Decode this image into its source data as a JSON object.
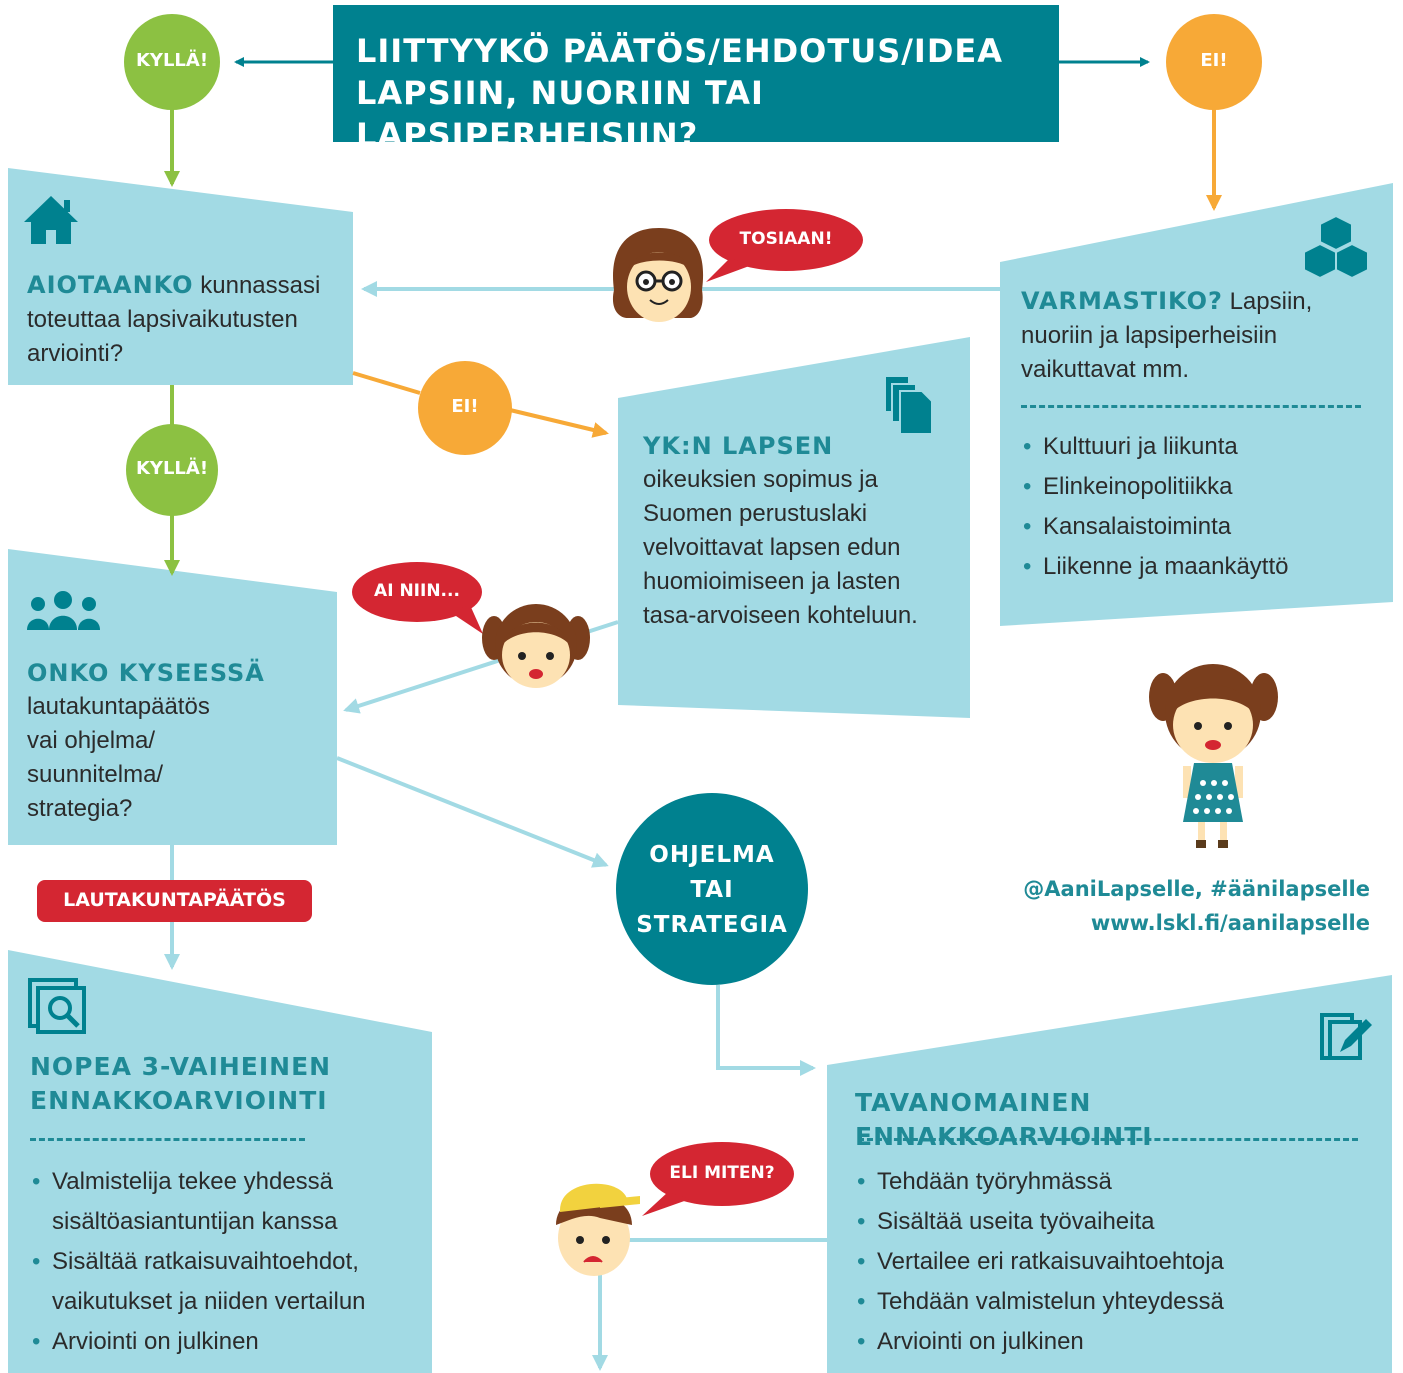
{
  "title": {
    "line1": "LIITTYYKÖ PÄÄTÖS/EHDOTUS/IDEA",
    "line2": "LAPSIIN, NUORIIN TAI LAPSIPERHEISIIN?"
  },
  "decisions": {
    "yes_top": "KYLLÄ!",
    "yes_middle": "KYLLÄ!",
    "no_right": "EI!",
    "no_middle": "EI!"
  },
  "aiotaanko": {
    "head": "AIOTAANKO",
    "text_1": "kunnassasi",
    "text_2": "toteuttaa lapsivaikutusten",
    "text_3": "arviointi?"
  },
  "varmastiko": {
    "head": "VARMASTIKO?",
    "text_1": "Lapsiin,",
    "text_2": "nuoriin ja lapsiperheisiin",
    "text_3": "vaikuttavat mm.",
    "items": [
      "Kulttuuri ja liikunta",
      "Elinkeinopolitiikka",
      "Kansalaistoiminta",
      "Liikenne ja maankäyttö"
    ]
  },
  "yk": {
    "head": "YK:N LAPSEN",
    "lines": [
      "oikeuksien sopimus ja",
      "Suomen perustuslaki",
      "velvoittavat lapsen edun",
      "huomioimiseen ja lasten",
      "tasa-arvoiseen kohteluun."
    ]
  },
  "onko": {
    "head": "ONKO KYSEESSÄ",
    "lines": [
      "lautakuntapäätös",
      "vai ohjelma/",
      "suunnitelma/",
      "strategia?"
    ]
  },
  "lautakunta_tag": "LAUTAKUNTAPÄÄTÖS",
  "ohjelma": {
    "line1": "OHJELMA",
    "line2": "TAI",
    "line3": "STRATEGIA"
  },
  "nopea": {
    "head1": "NOPEA 3-VAIHEINEN",
    "head2": "ENNAKKOARVIOINTI",
    "items": [
      "Valmistelija tekee yhdessä",
      "sisältöasiantuntijan kanssa",
      "Sisältää ratkaisuvaihtoehdot,",
      "vaikutukset ja niiden vertailun",
      "Arviointi on julkinen"
    ]
  },
  "tavanomainen": {
    "head": "TAVANOMAINEN ENNAKKOARVIOINTI",
    "items": [
      "Tehdään työryhmässä",
      "Sisältää useita työvaiheita",
      "Vertailee eri ratkaisuvaihtoehtoja",
      "Tehdään valmistelun yhteydessä",
      "Arviointi on julkinen"
    ]
  },
  "bubbles": {
    "tosiaan": "TOSIAAN!",
    "ai_niin": "AI NIIN...",
    "eli_miten": "ELI MITEN?"
  },
  "footer": {
    "handle": "@AaniLapselle, #äänilapselle",
    "url": "www.lskl.fi/aanilapselle"
  },
  "icons": [
    "house-icon",
    "people-icon",
    "documents-icon",
    "cubes-icon",
    "magnifier-icon",
    "edit-icon"
  ],
  "colors": {
    "teal_dark": "#00818f",
    "teal_light": "#a2dae4",
    "green": "#8cc142",
    "orange": "#f7a937",
    "red": "#d42632",
    "text_teal": "#1f8a96"
  }
}
